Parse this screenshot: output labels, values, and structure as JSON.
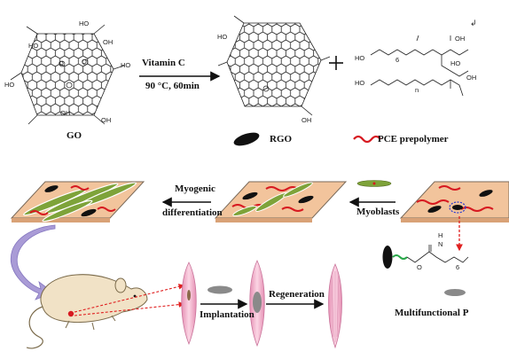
{
  "labels": {
    "go": "GO",
    "vitamin_c": "Vitamin C",
    "condition": "90 °C, 60min",
    "rgo": "RGO",
    "pce": "PCE prepolymer",
    "myogenic": "Myogenic",
    "differentiation": "differentiation",
    "myoblasts": "Myoblasts",
    "implantation": "Implantation",
    "regeneration": "Regeneration",
    "multifunctional": "Multifunctional  P",
    "return_mark": "↲"
  },
  "chem": {
    "ho": "HO",
    "oh": "OH",
    "cooh": "O",
    "sub6": "6",
    "subn": "n",
    "n_atom": "N",
    "h_atom": "H"
  },
  "colors": {
    "mat": "#f2c49c",
    "mat_edge": "#7a6a5a",
    "red": "#d71920",
    "green": "#7ea33a",
    "black": "#111111",
    "gray": "#8a8a8a",
    "pink": "#f2b8d0",
    "purple": "#a99bd6",
    "dashed_red": "#e02020"
  }
}
